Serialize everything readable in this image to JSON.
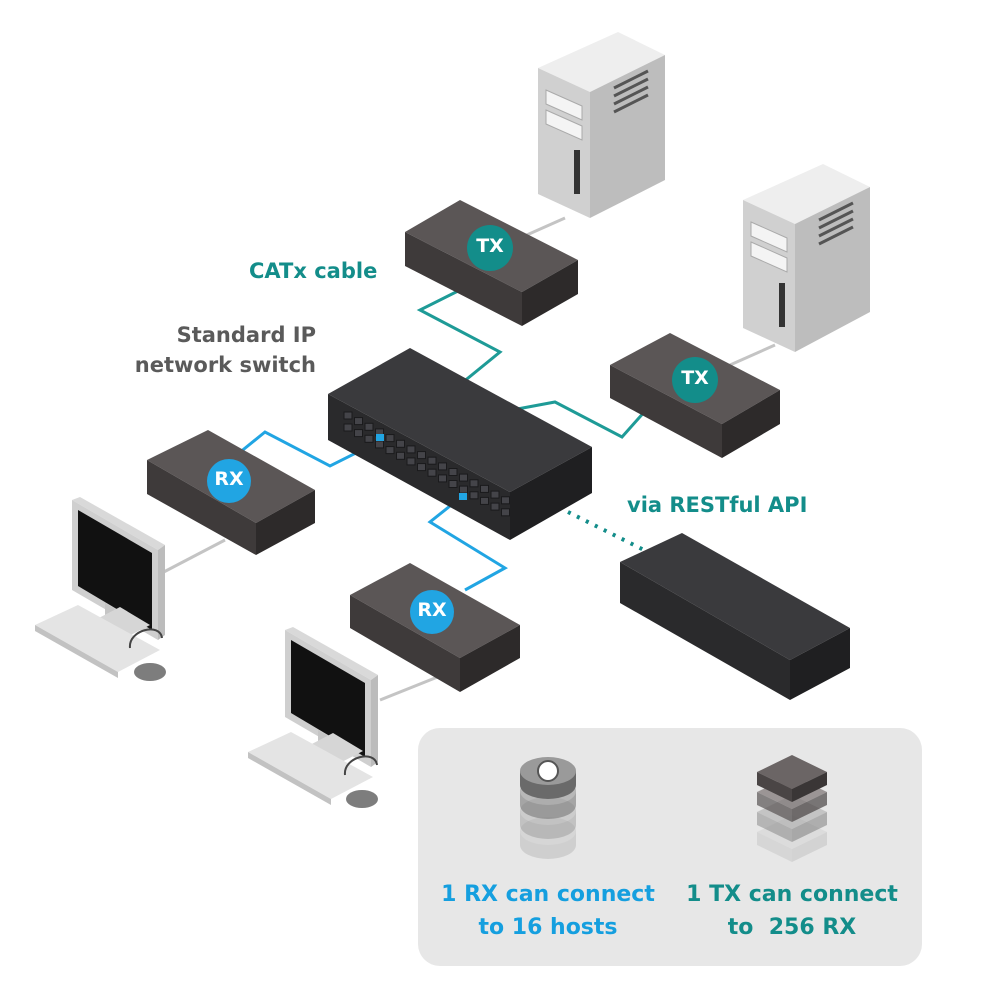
{
  "labels": {
    "catx_cable": "CATx cable",
    "switch_line1": "Standard IP",
    "switch_line2": "network switch",
    "restful_api": "via RESTful API"
  },
  "devices": {
    "tx_top": "TX",
    "tx_right": "TX",
    "rx_left": "RX",
    "rx_bottom": "RX"
  },
  "info": {
    "rx_line1": "1 RX can connect",
    "rx_line2": "to 16 hosts",
    "tx_line1": "1 TX can connect",
    "tx_line2": "to  256 RX"
  },
  "colors": {
    "teal": "#138d8a",
    "blue": "#159fdf",
    "label_gray": "#5a5a5a",
    "device_top": "#5b5656",
    "device_side": "#3a3737",
    "switch_dark": "#2e2e30",
    "panel_bg": "#e7e7e7"
  }
}
